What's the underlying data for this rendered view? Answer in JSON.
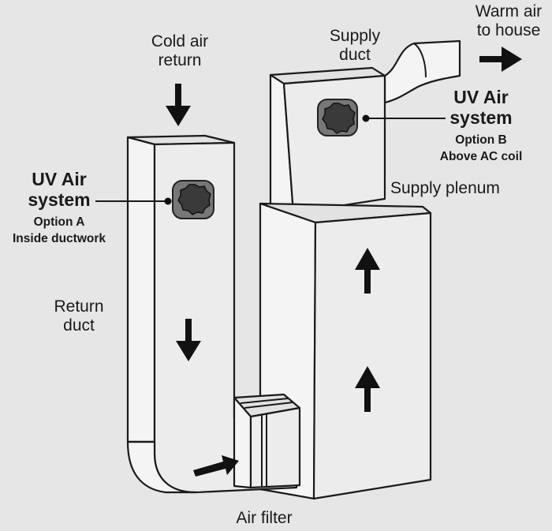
{
  "labels": {
    "cold_air_return": [
      "Cold air",
      "return"
    ],
    "supply_duct": [
      "Supply",
      "duct"
    ],
    "warm_air_to_house": [
      "Warm air",
      "to house"
    ],
    "uv_option_b": {
      "title": [
        "UV Air",
        "system"
      ],
      "option": "Option B",
      "location": "Above AC coil"
    },
    "uv_option_a": {
      "title": [
        "UV Air",
        "system"
      ],
      "option": "Option A",
      "location": "Inside ductwork"
    },
    "supply_plenum": "Supply plenum",
    "return_duct": [
      "Return",
      "duct"
    ],
    "air_filter": "Air filter"
  }
}
